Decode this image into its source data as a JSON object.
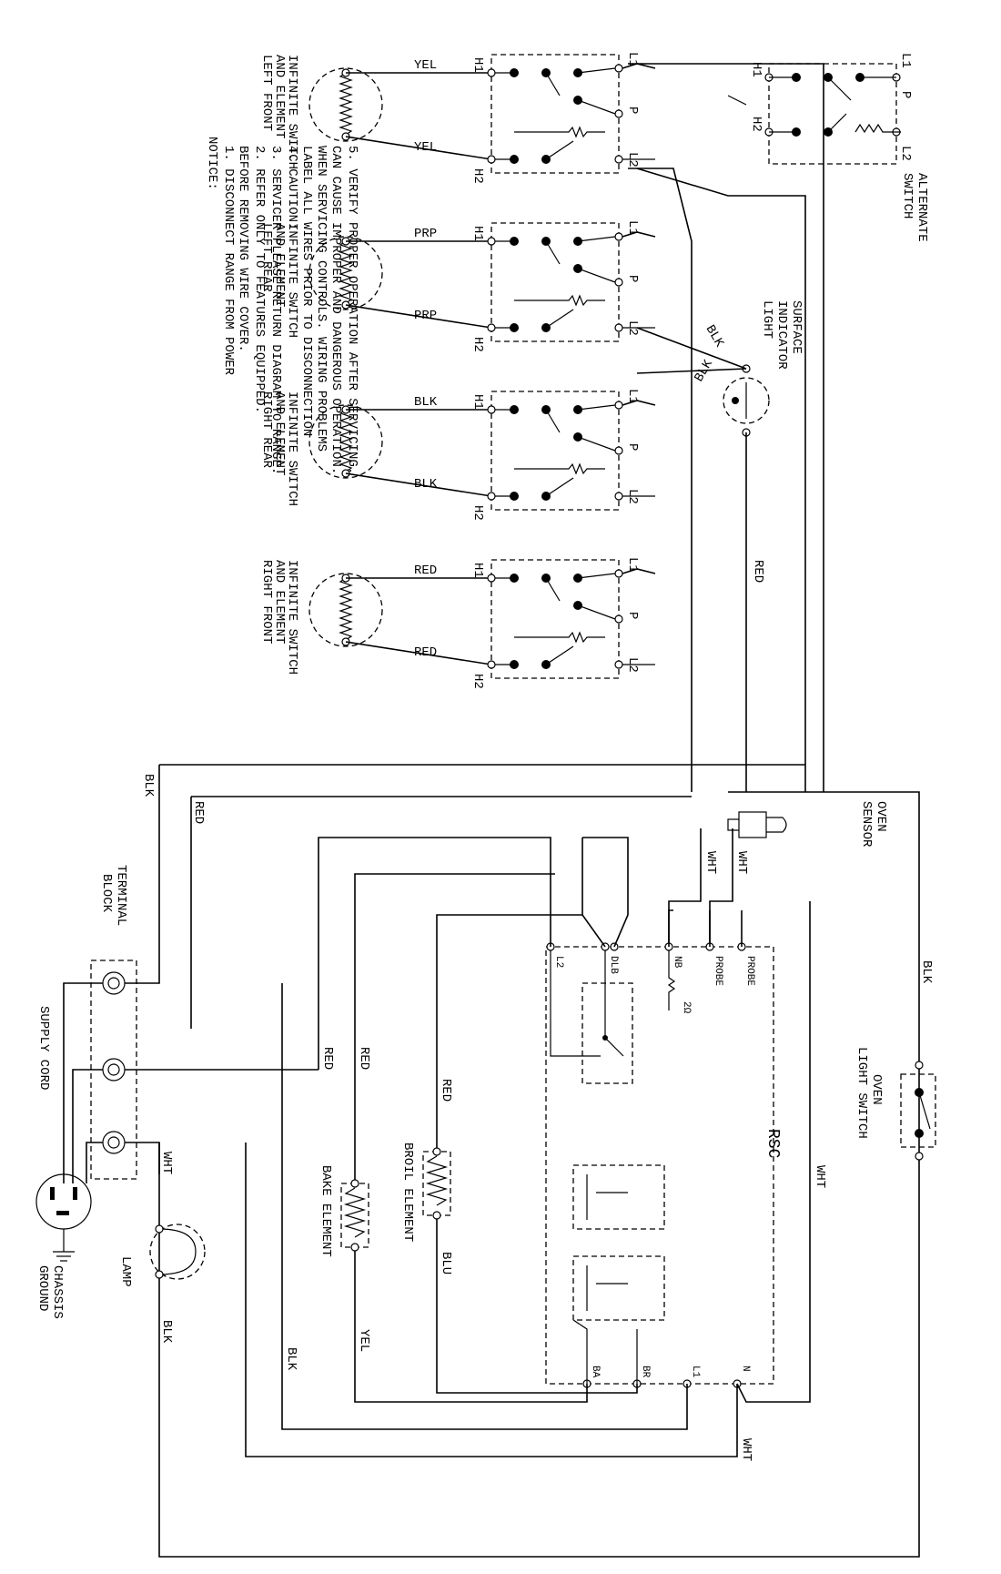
{
  "notice": {
    "heading": "NOTICE:",
    "lines": [
      "1. DISCONNECT RANGE FROM POWER",
      "   BEFORE REMOVING WIRE COVER.",
      "2. REFER ONLY TO FEATURES EQUIPPED.",
      "3. SERVICER PLEASE RETURN DIAGRAM TO RANGE.",
      "4. CAUTION:",
      "   LABEL ALL WIRES PRIOR TO DISCONNECTION",
      "   WHEN SERVICING CONTROLS. WIRING PROBLEMS",
      "   CAN CAUSE IMPROPER AND DANGEROUS OPERATION.",
      "5. VERIFY PROPER OPERATION AFTER SERVICING."
    ]
  },
  "switches": [
    {
      "name_lines": [
        "INFINITE SWITCH",
        "AND ELEMENT",
        "LEFT FRONT"
      ],
      "wire_color": "YEL"
    },
    {
      "name_lines": [
        "INFINITE SWITCH",
        "AND ELEMENT",
        "LEFT REAR"
      ],
      "wire_color": "PRP"
    },
    {
      "name_lines": [
        "INFINITE SWITCH",
        "AND ELEMENT",
        "RIGHT REAR"
      ],
      "wire_color": "BLK"
    },
    {
      "name_lines": [
        "INFINITE SWITCH",
        "AND ELEMENT",
        "RIGHT FRONT"
      ],
      "wire_color": "RED"
    }
  ],
  "terminals": {
    "h1": "H1",
    "h2": "H2",
    "l1": "L1",
    "l2": "L2",
    "p": "P"
  },
  "alternate_switch": {
    "lines": [
      "ALTERNATE",
      "SWITCH"
    ]
  },
  "surface_light": {
    "lines": [
      "SURFACE",
      "INDICATOR",
      "LIGHT"
    ]
  },
  "wire_labels": {
    "blk": "BLK",
    "red": "RED",
    "wht": "WHT",
    "yel": "YEL",
    "blu": "BLU"
  },
  "oven_sensor": {
    "lines": [
      "OVEN",
      "SENSOR"
    ]
  },
  "oven_light_switch": {
    "lines": [
      "OVEN",
      "LIGHT SWITCH"
    ]
  },
  "rsc": {
    "label": "RSC",
    "pins": {
      "l2": "L2",
      "dlb": "DLB",
      "nb": "NB",
      "probe1": "PROBE",
      "probe2": "PROBE",
      "ba": "BA",
      "br": "BR",
      "l1": "L1",
      "n": "N"
    },
    "resistor": "2Ω"
  },
  "terminal_block": {
    "lines": [
      "TERMINAL",
      "BLOCK"
    ]
  },
  "supply_cord": "SUPPLY CORD",
  "chassis_ground": {
    "lines": [
      "CHASSIS",
      "GROUND"
    ]
  },
  "lamp": "LAMP",
  "bake_element": "BAKE ELEMENT",
  "broil_element": "BROIL ELEMENT"
}
